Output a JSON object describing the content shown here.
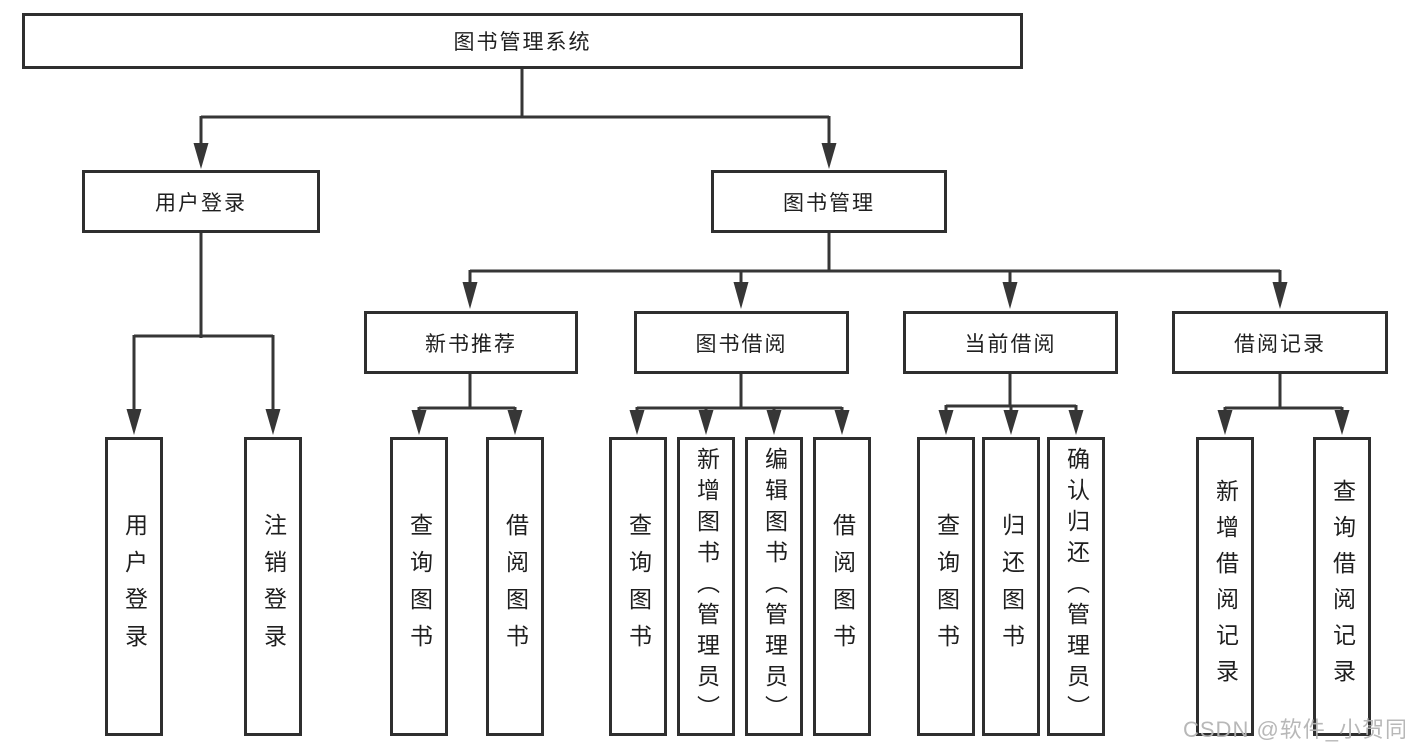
{
  "diagram": {
    "nodes": {
      "root": {
        "label": "图书管理系统"
      },
      "level2": [
        {
          "label": "用户登录"
        },
        {
          "label": "图书管理"
        }
      ],
      "level3": [
        {
          "label": "新书推荐"
        },
        {
          "label": "图书借阅"
        },
        {
          "label": "当前借阅"
        },
        {
          "label": "借阅记录"
        }
      ],
      "leaves": {
        "login": [
          {
            "label": "用户登录"
          },
          {
            "label": "注销登录"
          }
        ],
        "recommend": [
          {
            "label": "查询图书"
          },
          {
            "label": "借阅图书"
          }
        ],
        "borrow": [
          {
            "label": "查询图书"
          },
          {
            "label": "新增图书（管理员）"
          },
          {
            "label": "编辑图书（管理员）"
          },
          {
            "label": "借阅图书"
          }
        ],
        "current": [
          {
            "label": "查询图书"
          },
          {
            "label": "归还图书"
          },
          {
            "label": "确认归还（管理员）"
          }
        ],
        "records": [
          {
            "label": "新增借阅记录"
          },
          {
            "label": "查询借阅记录"
          }
        ]
      }
    },
    "watermark": "CSDN @软件_小贺同学",
    "colors": {
      "line": "#363636",
      "box_border": "#2f2f2f",
      "text": "#1f1f1f",
      "background": "#ffffff",
      "watermark": "#b5b5b5"
    }
  }
}
